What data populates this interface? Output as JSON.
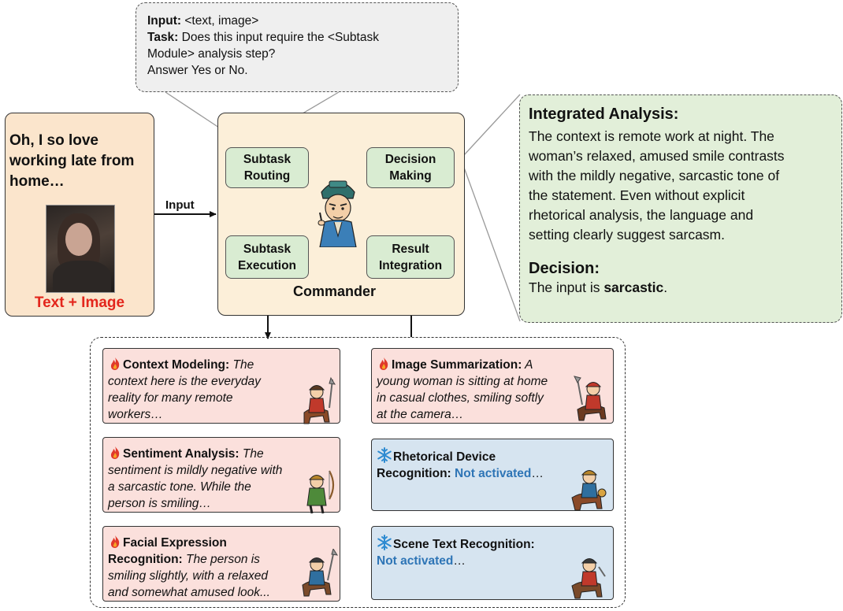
{
  "prompt": {
    "input_label": "Input:",
    "input_value": " <text, image>",
    "task_label": "Task:",
    "task_line1": " Does this input require the <Subtask",
    "task_line2": "Module> analysis step?",
    "task_line3": "Answer Yes or No."
  },
  "input_panel": {
    "text": "Oh, I so love working late from home…",
    "caption": "Text + Image",
    "arrow_label": "Input"
  },
  "commander": {
    "label": "Commander",
    "routing": [
      "Subtask",
      "Routing"
    ],
    "execution": [
      "Subtask",
      "Execution"
    ],
    "decision": [
      "Decision",
      "Making"
    ],
    "integration": [
      "Result",
      "Integration"
    ]
  },
  "analysis": {
    "heading": "Integrated Analysis:",
    "lines": [
      "The context is remote work at night. The",
      "woman’s relaxed, amused smile contrasts",
      "with the mildly negative, sarcastic tone of",
      "the statement. Even without explicit",
      "rhetorical analysis, the language and",
      "setting clearly suggest sarcasm."
    ],
    "decision_heading": "Decision:",
    "decision_prefix": "The input is ",
    "decision_value": "sarcastic",
    "decision_suffix": "."
  },
  "subtasks": {
    "context": {
      "title": "Context Modeling:",
      "lines": [
        " The",
        "context here is the everyday",
        "reality for many remote",
        "workers…"
      ]
    },
    "sentiment": {
      "title": "Sentiment Analysis:",
      "lines": [
        " The",
        "sentiment is mildly negative with",
        "a sarcastic tone. While the",
        "person is smiling…"
      ]
    },
    "facial": {
      "title_line1": "Facial Expression",
      "title_line2": "Recognition:",
      "lines": [
        " The person is",
        "smiling slightly, with a relaxed",
        "and somewhat amused look..."
      ]
    },
    "image": {
      "title": "Image Summarization:",
      "lines": [
        " A",
        "young woman is sitting at home",
        "in casual clothes, smiling softly",
        "at the camera…"
      ]
    },
    "rhetorical": {
      "title_line1": "Rhetorical Device",
      "title_line2": "Recognition:",
      "status": "Not activated",
      "suffix": "…"
    },
    "scene": {
      "title": "Scene Text Recognition:",
      "status": "Not activated",
      "suffix": "…"
    }
  },
  "icons": [
    "flame-icon",
    "snowflake-icon",
    "warrior-icon",
    "commander-icon"
  ],
  "colors": {
    "active_card": "#fbe0dc",
    "inactive_card": "#d6e4f0",
    "module_box": "#d9ecd2",
    "commander_bg": "#fcefd9",
    "input_bg": "#fbe5cc",
    "analysis_bg": "#e2efd9",
    "caption_red": "#e3261c",
    "not_activated_blue": "#2e75b6"
  }
}
